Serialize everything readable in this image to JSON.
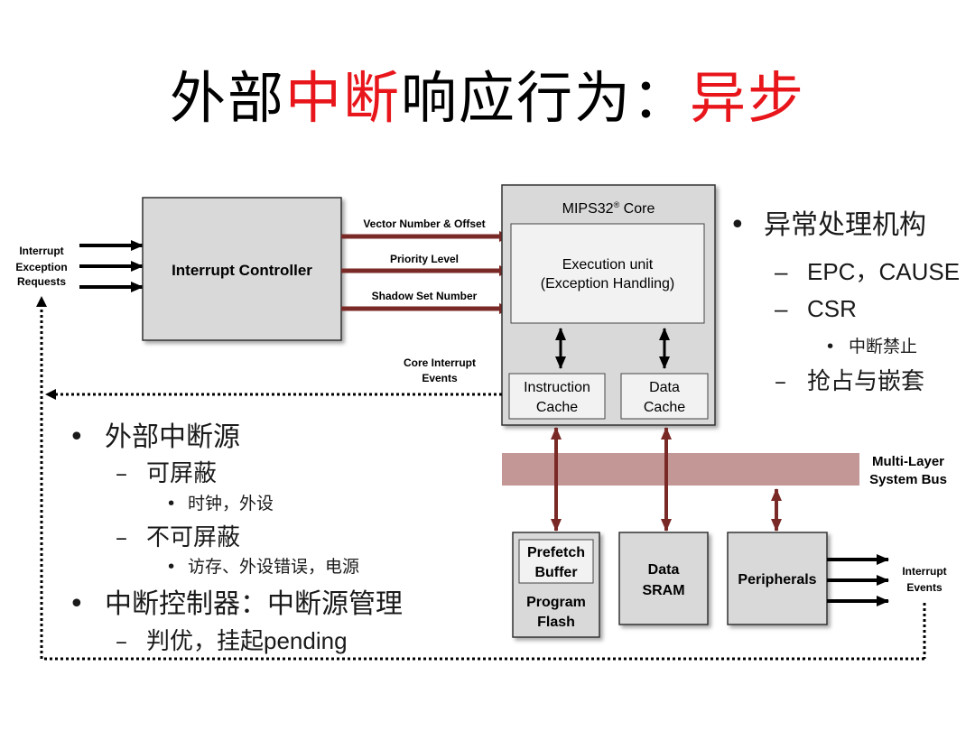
{
  "title": {
    "part1": "外部",
    "part2": "中断",
    "part3": "响应行为：",
    "part4": "异步"
  },
  "diagram": {
    "inputs_label": [
      "Interrupt",
      "Exception",
      "Requests"
    ],
    "interrupt_controller": "Interrupt Controller",
    "signals": {
      "vector": "Vector Number & Offset",
      "priority": "Priority Level",
      "shadow": "Shadow Set Number"
    },
    "core_title": "MIPS32",
    "core_title_sup": "®",
    "core_title_suffix": " Core",
    "execution_unit": [
      "Execution unit",
      "(Exception Handling)"
    ],
    "instruction_cache": [
      "Instruction",
      "Cache"
    ],
    "data_cache": [
      "Data",
      "Cache"
    ],
    "core_interrupt_events": [
      "Core Interrupt",
      "Events"
    ],
    "bus_label": [
      "Multi-Layer",
      "System Bus"
    ],
    "prefetch_buffer": [
      "Prefetch",
      "Buffer"
    ],
    "program_flash": [
      "Program",
      "Flash"
    ],
    "data_sram": [
      "Data",
      "SRAM"
    ],
    "peripherals": "Peripherals",
    "interrupt_events": [
      "Interrupt",
      "Events"
    ]
  },
  "right_bullets": {
    "b1": "异常处理机构",
    "b1_1": "EPC，CAUSE",
    "b1_2": "CSR",
    "b1_2_1": "中断禁止",
    "b1_3": "抢占与嵌套"
  },
  "left_bullets": {
    "b1": "外部中断源",
    "b1_1": "可屏蔽",
    "b1_1_1": "时钟，外设",
    "b1_2": "不可屏蔽",
    "b1_2_1": "访存、外设错误，电源",
    "b2": "中断控制器：中断源管理",
    "b2_1_cn": "判优，挂起",
    "b2_1_en": "pending"
  },
  "markers": {
    "dot": "•",
    "dash": "–"
  },
  "colors": {
    "title_red": "#e8161b",
    "arrow_dark_red": "#7a2a26",
    "bus": "#b98583",
    "box_gray": "#d9d9d9"
  }
}
